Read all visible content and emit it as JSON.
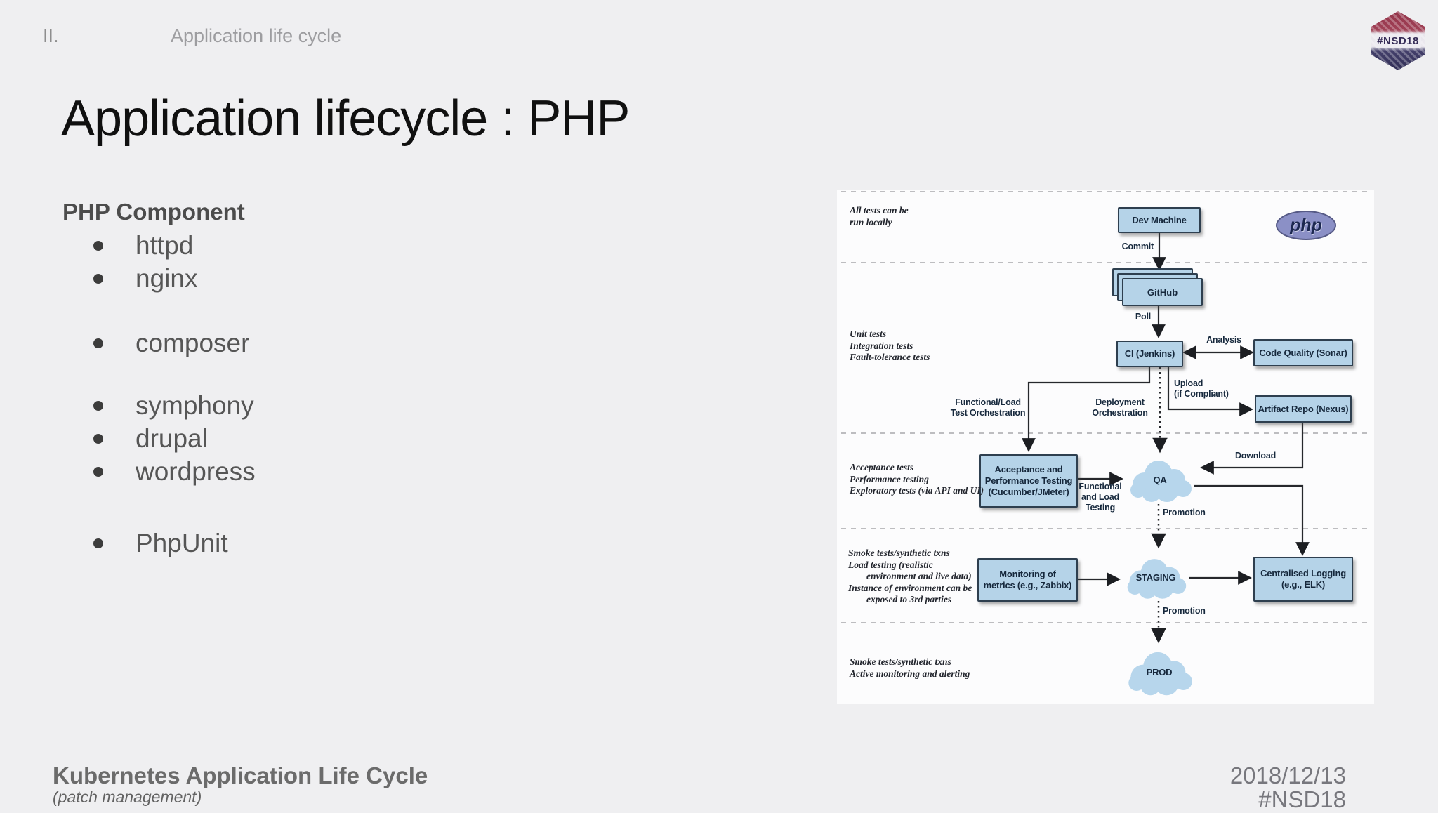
{
  "header": {
    "section_number": "II.",
    "section_title": "Application life cycle"
  },
  "logo": {
    "text": "#NSD18"
  },
  "slide": {
    "title": "Application lifecycle : PHP"
  },
  "content": {
    "heading": "PHP Component",
    "items": [
      {
        "label": "httpd"
      },
      {
        "label": "nginx"
      },
      {
        "label": "composer"
      },
      {
        "label": "symphony"
      },
      {
        "label": "drupal"
      },
      {
        "label": "wordpress"
      },
      {
        "label": "PhpUnit"
      }
    ]
  },
  "footer": {
    "title": "Kubernetes Application Life Cycle",
    "subtitle": "(patch management)",
    "date": "2018/12/13",
    "hashtag": "#NSD18"
  },
  "diagram": {
    "php_logo": "php",
    "nodes": {
      "dev_machine": "Dev Machine",
      "github": "GitHub",
      "ci": "CI (Jenkins)",
      "code_quality": "Code Quality (Sonar)",
      "artifact_repo": "Artifact Repo (Nexus)",
      "acceptance": [
        "Acceptance and",
        "Performance Testing",
        "(Cucumber/JMeter)"
      ],
      "monitoring": [
        "Monitoring of",
        "metrics (e.g., Zabbix)"
      ],
      "central_logging": [
        "Centralised Logging",
        "(e.g., ELK)"
      ],
      "qa": "QA",
      "staging": "STAGING",
      "prod": "PROD"
    },
    "edge_labels": {
      "commit": "Commit",
      "poll": "Poll",
      "analysis": "Analysis",
      "upload": [
        "Upload",
        "(if Compliant)"
      ],
      "functional_orchestration": [
        "Functional/Load",
        "Test Orchestration"
      ],
      "deployment_orchestration": [
        "Deployment",
        "Orchestration"
      ],
      "functional_load_testing": [
        "Functional",
        "and Load",
        "Testing"
      ],
      "download": "Download",
      "promotion_qa": "Promotion",
      "promotion_staging": "Promotion"
    },
    "annotations": {
      "dev": [
        "All tests can be",
        "run locally"
      ],
      "ci": [
        "Unit tests",
        "Integration tests",
        "Fault-tolerance tests"
      ],
      "qa": [
        "Acceptance tests",
        "Performance testing",
        "Exploratory tests (via API and UI)"
      ],
      "staging": [
        "Smoke tests/synthetic txns",
        "Load testing (realistic",
        "environment and live data)",
        "Instance of environment can be",
        "exposed to 3rd parties"
      ],
      "prod": [
        "Smoke tests/synthetic txns",
        "Active monitoring and alerting"
      ]
    },
    "colors": {
      "node_fill": "#b5d3e8",
      "node_border": "#2e3f4f",
      "cloud_fill": "#b7d6ec",
      "php_ellipse": "#8b90c6"
    }
  }
}
